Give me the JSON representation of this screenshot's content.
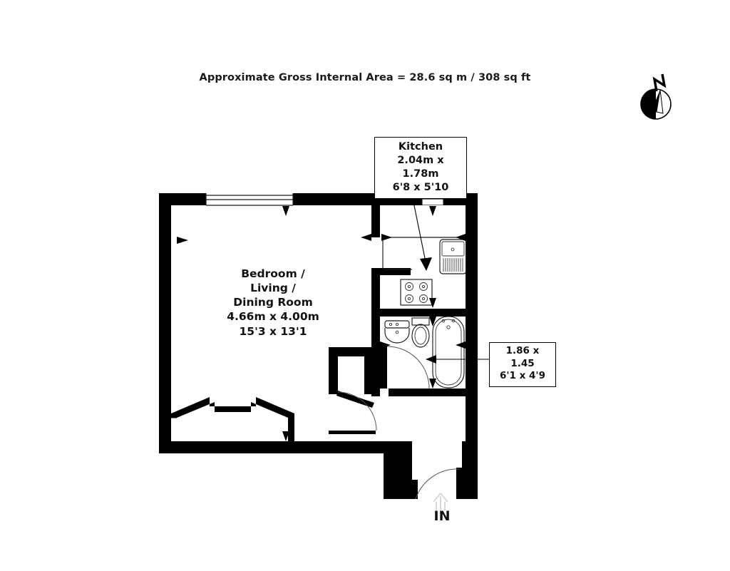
{
  "document": {
    "type": "floor-plan",
    "header": "Approximate Gross Internal Area = 28.6 sq m / 308 sq ft",
    "area_sq_m": "28.6",
    "area_sq_ft": "308"
  },
  "compass": {
    "name": "north-compass-rose",
    "letter": "N",
    "orientation": "north-north-east"
  },
  "rooms": [
    {
      "id": "kitchen",
      "name": "Kitchen",
      "dimensions_metric": "2.04m x 1.78m",
      "dimensions_imperial": "6'8 x 5'10",
      "callout": true
    },
    {
      "id": "main-room",
      "name_line1": "Bedroom /",
      "name_line2": "Living /",
      "name_line3": "Dining Room",
      "dimensions_metric": "4.66m x 4.00m",
      "dimensions_imperial": "15'3 x 13'1",
      "callout": false
    },
    {
      "id": "bathroom",
      "name": "",
      "dimensions_metric": "1.86 x 1.45",
      "dimensions_imperial": "6'1 x 4'9",
      "callout": true
    }
  ],
  "entrance": {
    "label": "IN",
    "marker": "up-arrow"
  },
  "fixtures": [
    {
      "id": "kitchen-sink",
      "label": "sink-with-drainer"
    },
    {
      "id": "kitchen-hob",
      "label": "four-ring-hob"
    },
    {
      "id": "bathroom-washbasin",
      "label": "washbasin"
    },
    {
      "id": "bathroom-toilet",
      "label": "toilet-wc"
    },
    {
      "id": "bathroom-bathtub",
      "label": "bathtub"
    },
    {
      "id": "storage-cupboard",
      "label": "cupboard"
    },
    {
      "id": "bay-window-recess",
      "label": "bay-window"
    },
    {
      "id": "main-window",
      "label": "window"
    },
    {
      "id": "kitchen-window",
      "label": "window"
    }
  ],
  "colors": {
    "wall": "#000000",
    "background": "#ffffff",
    "text": "#111111",
    "fixture_line": "#1a1a1a",
    "door_arc": "#555555",
    "in_arrow": "#d8d8d8"
  }
}
